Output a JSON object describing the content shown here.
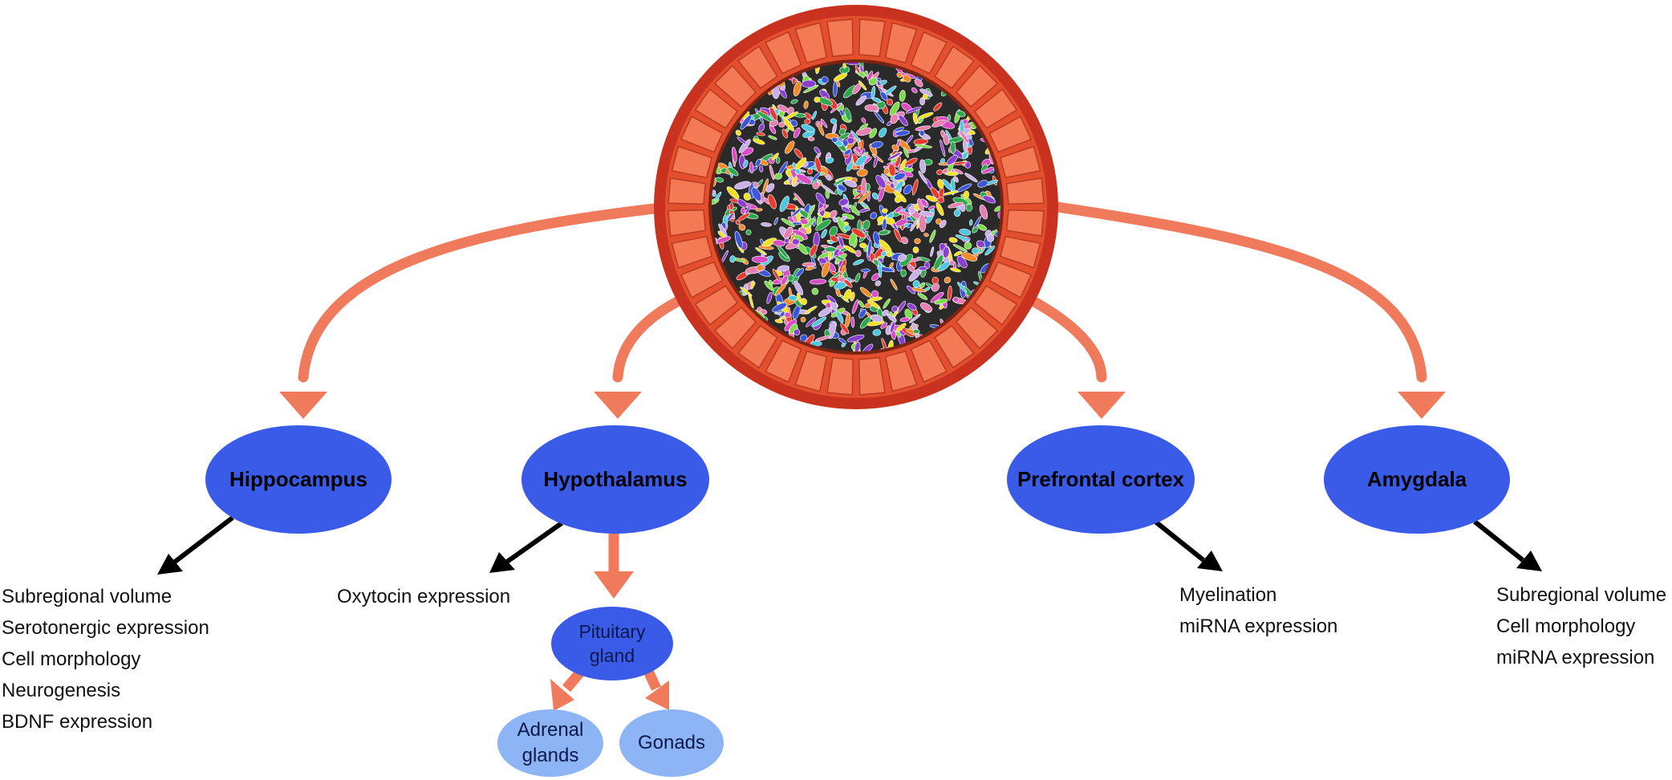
{
  "colors": {
    "arrow": "#f07a5c",
    "region_fill": "#3a5be8",
    "target_fill": "#8db4f5",
    "ring_outer": "#c8321f",
    "ring_tiles": "#f47a55",
    "black_arrow": "#000000"
  },
  "center": {
    "image": "gut-microbiota-circle"
  },
  "regions": [
    {
      "id": "hippocampus",
      "label": "Hippocampus",
      "effects": [
        "Subregional volume",
        "Serotonergic expression",
        "Cell morphology",
        "Neurogenesis",
        "BDNF expression"
      ]
    },
    {
      "id": "hypothalamus",
      "label": "Hypothalamus",
      "effects": [
        "Oxytocin expression"
      ]
    },
    {
      "id": "prefrontal",
      "label": "Prefrontal cortex",
      "effects": [
        "Myelination",
        "miRNA expression"
      ]
    },
    {
      "id": "amygdala",
      "label": "Amygdala",
      "effects": [
        "Subregional volume",
        "Cell morphology",
        "miRNA expression"
      ]
    }
  ],
  "pituitary": {
    "label": "Pituitary\ngland"
  },
  "targets": [
    {
      "id": "adrenal",
      "label": "Adrenal\nglands"
    },
    {
      "id": "gonads",
      "label": "Gonads"
    }
  ]
}
